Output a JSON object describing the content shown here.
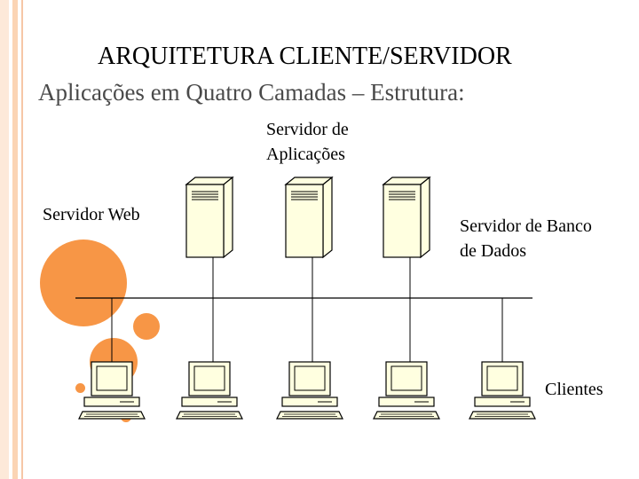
{
  "slide": {
    "title": "ARQUITETURA CLIENTE/SERVIDOR",
    "subtitle": "Aplicações em Quatro Camadas – Estrutura:"
  },
  "labels": {
    "app_server_line1": "Servidor de",
    "app_server_line2": "Aplicações",
    "web_server": "Servidor Web",
    "db_server_line1": "Servidor de Banco",
    "db_server_line2": "de Dados",
    "clients": "Clientes"
  },
  "colors": {
    "accent": "#f79646",
    "accent_light": "#fbd4b4",
    "stripe_light": "#fde9d9",
    "text": "#000000",
    "device_fill": "#ffffe0",
    "device_stroke": "#000000"
  },
  "icons": {
    "servers": [
      "server-web-icon",
      "server-app-icon",
      "server-db-icon"
    ],
    "clients": [
      "client-pc-1-icon",
      "client-pc-2-icon",
      "client-pc-3-icon",
      "client-pc-4-icon",
      "client-pc-5-icon"
    ]
  }
}
